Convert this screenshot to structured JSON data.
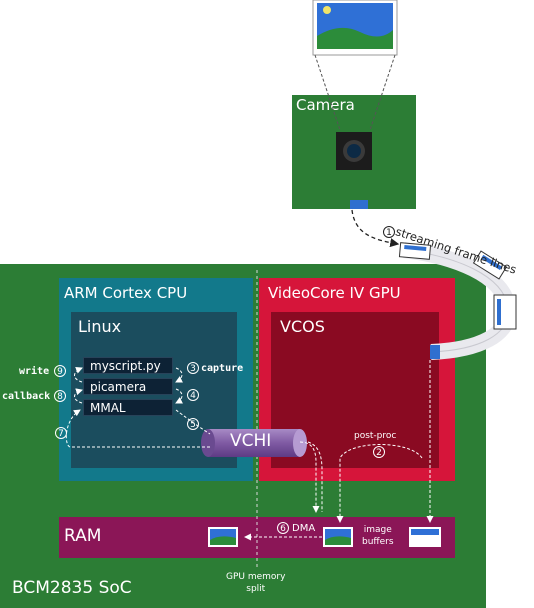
{
  "camera": {
    "label": "Camera"
  },
  "soc": {
    "label": "BCM2835 SoC"
  },
  "cpu": {
    "label": "ARM Cortex CPU",
    "os_label": "Linux"
  },
  "gpu": {
    "label": "VideoCore IV GPU",
    "os_label": "VCOS"
  },
  "stack": {
    "rows": [
      "myscript.py",
      "picamera",
      "MMAL"
    ]
  },
  "vchi": {
    "label": "VCHI"
  },
  "ram": {
    "label": "RAM"
  },
  "steps": {
    "s1": {
      "num": "1",
      "label": "streaming frame lines"
    },
    "s2": {
      "num": "2",
      "label": "post-proc"
    },
    "s3": {
      "num": "3",
      "label": "capture"
    },
    "s4": {
      "num": "4"
    },
    "s5": {
      "num": "5"
    },
    "s6": {
      "num": "6",
      "label": "DMA"
    },
    "s7": {
      "num": "7"
    },
    "s8": {
      "num": "8",
      "label": "callback"
    },
    "s9": {
      "num": "9",
      "label": "write"
    }
  },
  "image_buffers": {
    "line1": "image",
    "line2": "buffers"
  },
  "gpu_split": {
    "line1": "GPU memory",
    "line2": "split"
  },
  "colors": {
    "soc_green": "#2c7d35",
    "cpu_blue": "#12798b",
    "cpu_inner": "#1b4d5e",
    "gpu_red": "#d6153a",
    "gpu_inner": "#8a0a22",
    "ram_purple": "#8b1657",
    "vchi_purple": "#8b67ad"
  }
}
